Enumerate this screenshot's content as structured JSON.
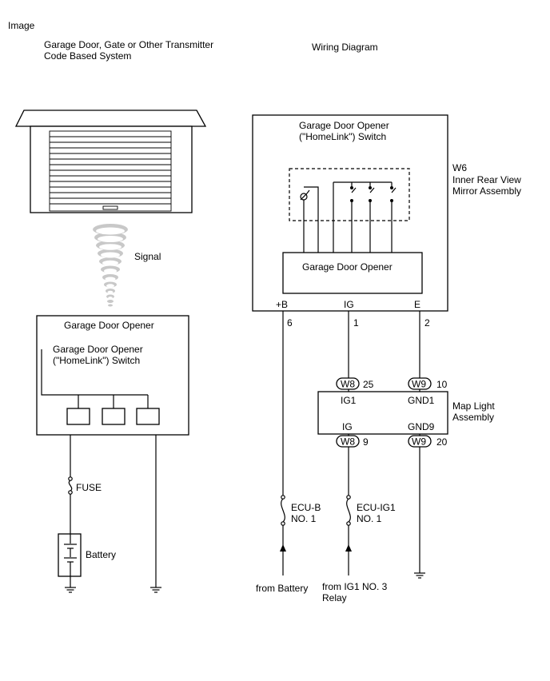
{
  "header": {
    "image_label": "Image",
    "system_title_line1": "Garage Door, Gate or Other Transmitter",
    "system_title_line2": "Code Based System",
    "wiring_title": "Wiring Diagram"
  },
  "left": {
    "signal_label": "Signal",
    "opener_title": "Garage Door Opener",
    "switch_label_line1": "Garage Door Opener",
    "switch_label_line2": "(\"HomeLink\") Switch",
    "fuse_label": "FUSE",
    "battery_label": "Battery"
  },
  "right": {
    "switch_title_line1": "Garage Door Opener",
    "switch_title_line2": "(\"HomeLink\") Switch",
    "connector_id": "W6",
    "assembly_line1": "Inner Rear View",
    "assembly_line2": "Mirror Assembly",
    "inner_box_label": "Garage Door Opener",
    "terminals": [
      {
        "name": "+B",
        "pin": "6"
      },
      {
        "name": "IG",
        "pin": "1"
      },
      {
        "name": "E",
        "pin": "2"
      }
    ],
    "map_light": {
      "label_line1": "Map Light",
      "label_line2": "Assembly",
      "top_left_connector": "W8",
      "top_left_pin": "25",
      "top_right_connector": "W9",
      "top_right_pin": "10",
      "term_ig1": "IG1",
      "term_gnd1": "GND1",
      "term_ig": "IG",
      "term_gnd9": "GND9",
      "bottom_left_connector": "W8",
      "bottom_left_pin": "9",
      "bottom_right_connector": "W9",
      "bottom_right_pin": "20"
    },
    "fuse1_line1": "ECU-B",
    "fuse1_line2": "NO. 1",
    "fuse2_line1": "ECU-IG1",
    "fuse2_line2": "NO. 1",
    "from_battery": "from Battery",
    "from_relay_line1": "from IG1 NO. 3",
    "from_relay_line2": "Relay"
  }
}
